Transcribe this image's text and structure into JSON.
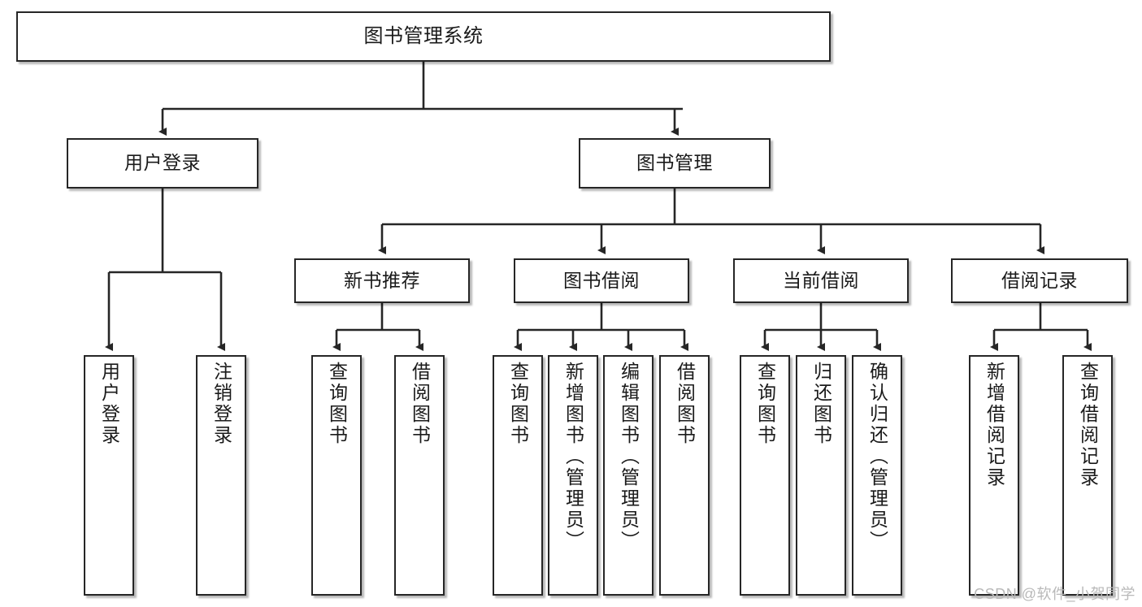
{
  "diagram": {
    "title": "图书管理系统",
    "type": "tree-hierarchy-chart",
    "watermark": "CSDN @软件_小贺同学",
    "colors": {
      "box_border": "#262626",
      "box_fill": "#ffffff",
      "edge": "#262626",
      "text": "#1a1a1a",
      "watermark": "#b9b9b9"
    },
    "nodes": {
      "root": {
        "label": "图书管理系统"
      },
      "level2": [
        {
          "id": "user-login",
          "label": "用户登录"
        },
        {
          "id": "book-manage",
          "label": "图书管理"
        }
      ],
      "level3": [
        {
          "id": "new-book-recommend",
          "label": "新书推荐"
        },
        {
          "id": "book-borrow",
          "label": "图书借阅"
        },
        {
          "id": "current-borrow",
          "label": "当前借阅"
        },
        {
          "id": "borrow-record",
          "label": "借阅记录"
        }
      ],
      "leaves": {
        "user-login": [
          {
            "id": "leaf-user-login",
            "label": "用户登录"
          },
          {
            "id": "leaf-logout-login",
            "label": "注销登录"
          }
        ],
        "new-book-recommend": [
          {
            "id": "leaf-query-book-1",
            "label": "查询图书"
          },
          {
            "id": "leaf-borrow-book-1",
            "label": "借阅图书"
          }
        ],
        "book-borrow": [
          {
            "id": "leaf-query-book-2",
            "label": "查询图书"
          },
          {
            "id": "leaf-add-book",
            "label": "新增图书（管理员）"
          },
          {
            "id": "leaf-edit-book",
            "label": "编辑图书（管理员）"
          },
          {
            "id": "leaf-borrow-book-2",
            "label": "借阅图书"
          }
        ],
        "current-borrow": [
          {
            "id": "leaf-query-book-3",
            "label": "查询图书"
          },
          {
            "id": "leaf-return-book",
            "label": "归还图书"
          },
          {
            "id": "leaf-confirm-return",
            "label": "确认归还（管理员）"
          }
        ],
        "borrow-record": [
          {
            "id": "leaf-add-record",
            "label": "新增借阅记录"
          },
          {
            "id": "leaf-query-record",
            "label": "查询借阅记录"
          }
        ]
      }
    }
  }
}
